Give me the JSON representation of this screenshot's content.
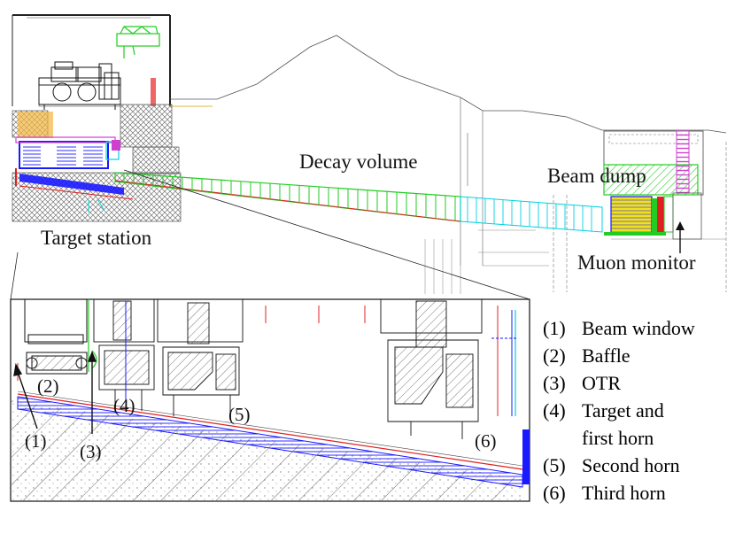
{
  "overview": {
    "labels": {
      "decay_volume": "Decay volume",
      "target_station": "Target station",
      "beam_dump": "Beam dump",
      "muon_monitor": "Muon monitor"
    }
  },
  "inset": {
    "markers": [
      "(1)",
      "(2)",
      "(3)",
      "(4)",
      "(5)",
      "(6)"
    ]
  },
  "legend": [
    {
      "num": "(1)",
      "text": "Beam window"
    },
    {
      "num": "(2)",
      "text": "Baffle"
    },
    {
      "num": "(3)",
      "text": "OTR"
    },
    {
      "num": "(4)",
      "text": "Target and first horn"
    },
    {
      "num": "(5)",
      "text": "Second horn"
    },
    {
      "num": "(6)",
      "text": "Third horn"
    }
  ],
  "colors": {
    "green": "#22cc22",
    "blue": "#1a1aff",
    "red": "#e02020",
    "cyan": "#00d0e0",
    "magenta": "#d040d0",
    "orange": "#f0a020",
    "yellow": "#f0e020",
    "gray": "#888888"
  }
}
